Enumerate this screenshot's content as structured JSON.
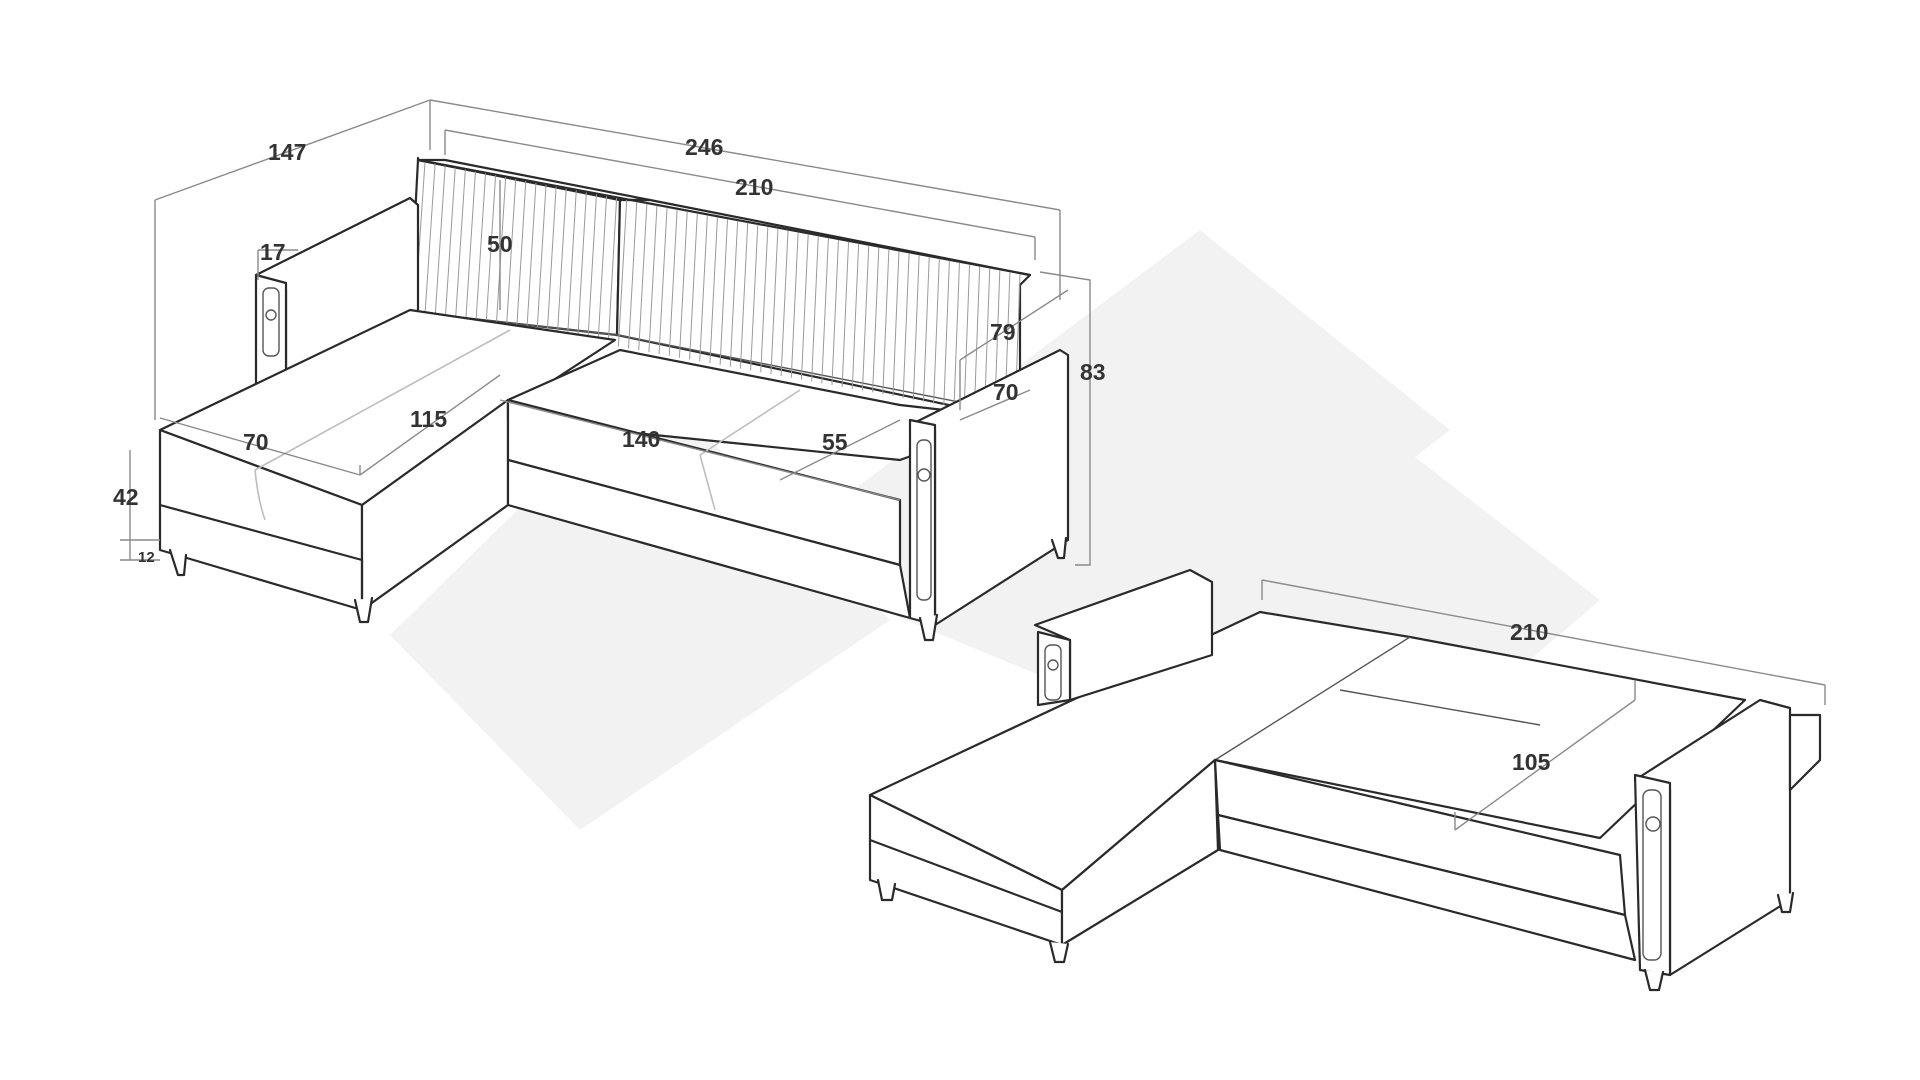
{
  "dimensions": {
    "total_depth": "147",
    "total_width": "246",
    "inner_width": "210",
    "back_height": "50",
    "arm_width": "17",
    "backrest_depth": "79",
    "total_height": "83",
    "arm_depth": "70",
    "chaise_width": "70",
    "chaise_length": "115",
    "seat_length": "140",
    "seat_depth": "55",
    "seat_height": "42",
    "leg_height": "12",
    "bed_width": "210",
    "bed_depth": "105"
  }
}
